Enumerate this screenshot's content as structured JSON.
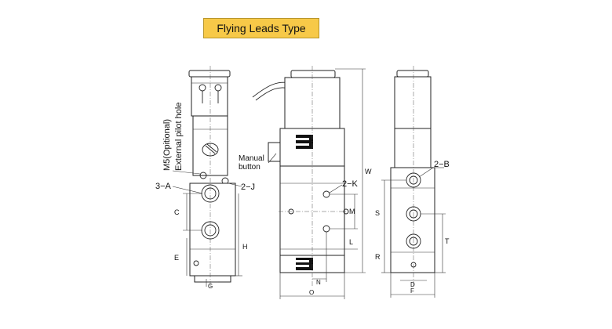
{
  "title": "Flying Leads Type",
  "labels": {
    "m5_optional": "M5(Opitional)",
    "external_pilot_hole": "External pilot hole",
    "three_a": "3−A",
    "two_j": "2−J",
    "manual_button_line1": "Manual",
    "manual_button_line2": "button",
    "two_k": "2−K",
    "two_b": "2−B",
    "dim_c": "C",
    "dim_e": "E",
    "dim_h": "H",
    "dim_g": "G",
    "dim_m": "M",
    "dim_l": "L",
    "dim_n": "N",
    "dim_o": "O",
    "dim_w": "W",
    "dim_s": "S",
    "dim_r": "R",
    "dim_t": "T",
    "dim_d": "D",
    "dim_f": "F"
  },
  "colors": {
    "title_background": "#f7c948",
    "line": "#222222",
    "solid_fill": "#111111"
  }
}
